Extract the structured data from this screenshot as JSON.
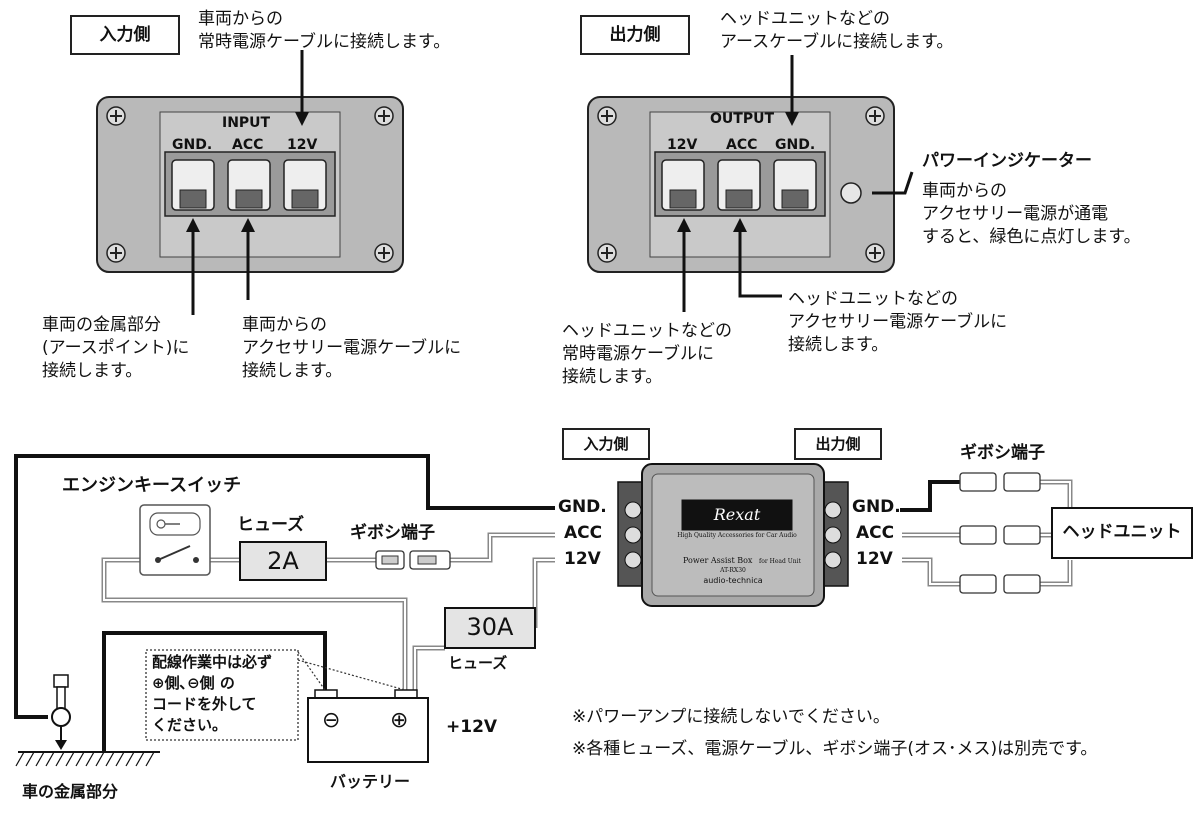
{
  "top_left": {
    "side_label": "入力側",
    "note_top": "車両からの\n常時電源ケーブルに接続します。",
    "panel_title": "INPUT",
    "terminals": [
      "GND.",
      "ACC",
      "12V"
    ],
    "note_gnd": "車両の金属部分\n(アースポイント)に\n接続します。",
    "note_acc": "車両からの\nアクセサリー電源ケーブルに\n接続します。"
  },
  "top_right": {
    "side_label": "出力側",
    "note_top": "ヘッドユニットなどの\nアースケーブルに接続します。",
    "panel_title": "OUTPUT",
    "terminals": [
      "12V",
      "ACC",
      "GND."
    ],
    "indicator_title": "パワーインジケーター",
    "indicator_text": "車両からの\nアクセサリー電源が通電\nすると、緑色に点灯します。",
    "note_acc": "ヘッドユニットなどの\nアクセサリー電源ケーブルに\n接続します。",
    "note_12v": "ヘッドユニットなどの\n常時電源ケーブルに\n接続します。"
  },
  "wiring": {
    "input_side": "入力側",
    "output_side": "出力側",
    "ignition_switch": "エンジンキースイッチ",
    "fuse_label": "ヒューズ",
    "fuse_small": "2A",
    "fuse_large": "30A",
    "fuse_large_label": "ヒューズ",
    "gibosi_left": "ギボシ端子",
    "gibosi_right": "ギボシ端子",
    "left_terms": [
      "GND.",
      "ACC",
      "12V"
    ],
    "right_terms": [
      "GND.",
      "ACC",
      "12V"
    ],
    "head_unit": "ヘッドユニット",
    "device_brand": "Rexat",
    "device_tagline": "High Quality Accessories for Car Audio",
    "device_name": "Power Assist Box",
    "device_sub": "for Head Unit",
    "device_model": "AT-RX30",
    "device_maker": "audio-technica",
    "warning_box": "配線作業中は必ず\n⊕側､⊖側 の\nコードを外して\nください。",
    "battery_label": "バッテリー",
    "battery_minus": "⊖",
    "battery_plus": "⊕",
    "plus12v": "+12V",
    "ground_label": "車の金属部分",
    "note1": "※パワーアンプに接続しないでください。",
    "note2": "※各種ヒューズ、電源ケーブル、ギボシ端子(オス･メス)は別売です。"
  }
}
